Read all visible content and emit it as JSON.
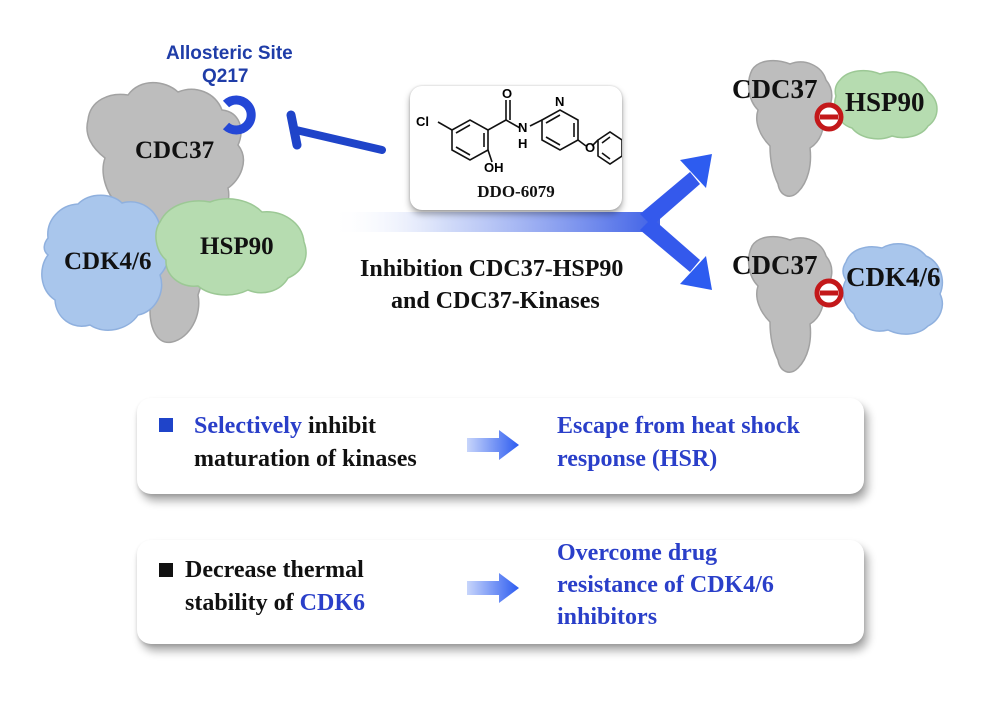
{
  "allosteric": {
    "title": "Allosteric Site",
    "residue": "Q217"
  },
  "left_complex": {
    "cdc37": "CDC37",
    "cdk": "CDK4/6",
    "hsp90": "HSP90"
  },
  "compound": {
    "name": "DDO-6079",
    "atoms": {
      "cl": "Cl",
      "o_carbonyl": "O",
      "n_pyridine": "N",
      "nh_n": "N",
      "nh_h": "H",
      "o_ether": "O",
      "oh": "OH"
    }
  },
  "mechanism": {
    "line1": "Inhibition CDC37-HSP90",
    "line2": "and CDC37-Kinases"
  },
  "right_top": {
    "cdc37": "CDC37",
    "partner": "HSP90"
  },
  "right_bottom": {
    "cdc37": "CDC37",
    "partner": "CDK4/6"
  },
  "panel1": {
    "left_highlight": "Selectively",
    "left_rest1": " inhibit",
    "left_line2": "maturation of kinases",
    "right_line1": "Escape from heat shock",
    "right_line2": "response (HSR)"
  },
  "panel2": {
    "left_line1": "Decrease thermal",
    "left_line2_prefix": "stability of ",
    "left_line2_highlight": "CDK6",
    "right_line1": "Overcome drug",
    "right_line2": "resistance of CDK4/6",
    "right_line3": "inhibitors"
  },
  "colors": {
    "accent_blue": "#2a3fc9",
    "navy": "#1f3da8",
    "cdc37_gray": "#bdbdbd",
    "cdk_blue": "#a9c6ec",
    "hsp90_green": "#b6dcb0",
    "inhibit_red": "#c3181a"
  }
}
